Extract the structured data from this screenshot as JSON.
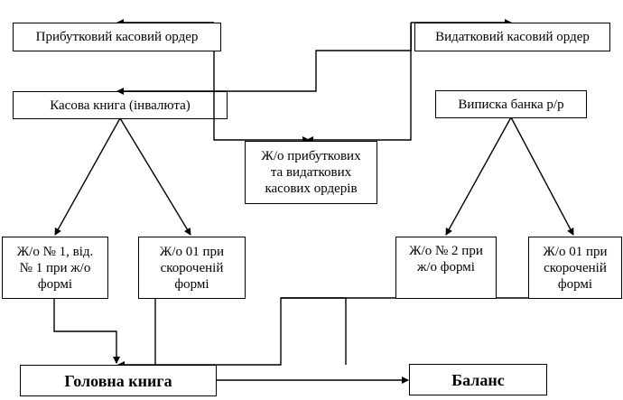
{
  "diagram": {
    "nodes": {
      "incoming_order": {
        "label": "Прибутковий касовий ордер"
      },
      "outgoing_order": {
        "label": "Видатковий касовий ордер"
      },
      "cash_book": {
        "label": "Касова книга (інвалюта)"
      },
      "bank_statement": {
        "label": "Виписка банка р/р"
      },
      "orders_journal": {
        "lines": [
          "Ж/о прибуткових",
          "та видаткових",
          "касових ордерів"
        ]
      },
      "journal_1": {
        "lines": [
          "Ж/о № 1, від.",
          "№ 1 при ж/о",
          "формі"
        ]
      },
      "journal_01_left": {
        "lines": [
          "Ж/о 01 при",
          "скороченій",
          "формі"
        ]
      },
      "journal_2": {
        "lines": [
          "Ж/о № 2 при",
          "ж/о формі"
        ]
      },
      "journal_01_right": {
        "lines": [
          "Ж/о 01 при",
          "скороченій",
          "формі"
        ]
      },
      "general_ledger": {
        "label": "Головна книга"
      },
      "balance": {
        "label": "Баланс"
      }
    },
    "edges": [
      {
        "from": "orders_journal",
        "to": "incoming_order"
      },
      {
        "from": "incoming_order",
        "to": "orders_journal"
      },
      {
        "from": "outgoing_order",
        "to": "cash_book"
      },
      {
        "from": "outgoing_order",
        "to": "orders_journal"
      },
      {
        "from": "cash_book",
        "to": "journal_1"
      },
      {
        "from": "cash_book",
        "to": "journal_01_left"
      },
      {
        "from": "bank_statement",
        "to": "journal_2"
      },
      {
        "from": "bank_statement",
        "to": "journal_01_right"
      },
      {
        "from": "journal_1",
        "to": "general_ledger"
      },
      {
        "from": "journal_01_left",
        "to": "general_ledger"
      },
      {
        "from": "journal_2",
        "to": "general_ledger"
      },
      {
        "from": "journal_01_right",
        "to": "general_ledger"
      },
      {
        "from": "general_ledger",
        "to": "balance"
      }
    ]
  }
}
